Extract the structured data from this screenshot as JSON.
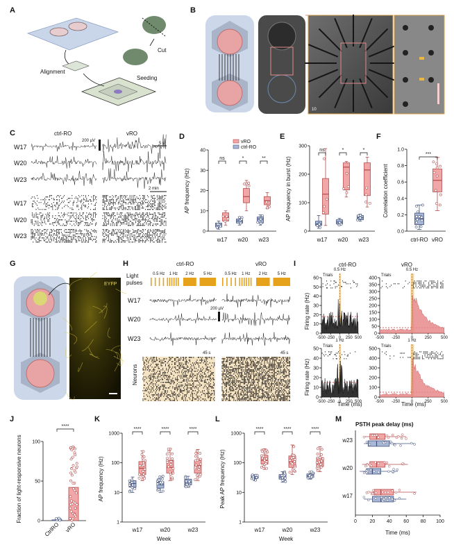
{
  "panels": {
    "A": "A",
    "B": "B",
    "C": "C",
    "D": "D",
    "E": "E",
    "F": "F",
    "G": "G",
    "H": "H",
    "I": "I",
    "J": "J",
    "K": "K",
    "L": "L",
    "M": "M"
  },
  "A": {
    "alignment": "Alignment",
    "cut": "Cut",
    "seeding": "Seeding"
  },
  "B": {
    "scale_label": "10"
  },
  "C": {
    "ctrl_label": "ctrl-RO",
    "vro_label": "vRO",
    "weeks": [
      "W17",
      "W20",
      "W23"
    ],
    "scale_uv": "200 µV",
    "scale_time": "5 s",
    "scale_raster": "2 min"
  },
  "D": {
    "ylabel": "AP frequency (Hz)",
    "yticks": [
      "0",
      "10",
      "20",
      "30",
      "40"
    ],
    "weeks": [
      "w17",
      "w20",
      "w23"
    ],
    "legend": [
      "vRO",
      "ctrl-RO"
    ],
    "sig": [
      "ns",
      "*",
      "**"
    ]
  },
  "E": {
    "ylabel": "AP frequency in burst (Hz)",
    "yticks": [
      "0",
      "100",
      "200",
      "300"
    ],
    "weeks": [
      "w17",
      "w20",
      "w23"
    ],
    "sig": [
      "ns",
      "*",
      "*"
    ]
  },
  "F": {
    "ylabel": "Correlation coefficient",
    "yticks": [
      "0.0",
      "0.2",
      "0.4",
      "0.6",
      "0.8",
      "1.0"
    ],
    "cats": [
      "ctrl-RO",
      "vRO"
    ],
    "sig": "***"
  },
  "G": {
    "eyfp": "EYFP"
  },
  "H": {
    "ctrl_label": "ctrl-RO",
    "vro_label": "vRO",
    "light_label": "Light\npulses",
    "light_title": "Light",
    "light_title2": "pulses",
    "freqs": [
      "0.5 Hz",
      "1 Hz",
      "2 Hz",
      "5 Hz"
    ],
    "weeks": [
      "W17",
      "W20",
      "W23"
    ],
    "scale_uv": "200 µV",
    "scale_time": "45 s",
    "neurons": "Neurons"
  },
  "I": {
    "ctrl_label": "ctrl-RO",
    "vro_label": "vRO",
    "trials": "Trials",
    "freq_top": "0.5 Hz",
    "freq_bottom": "1 Hz",
    "ylabel": "Firing rate (Hz)",
    "xlabel": "Time (ms)",
    "xticks": [
      "-500",
      "-250",
      "0",
      "250",
      "500"
    ],
    "yticks_ctrl_top": [
      "0",
      "10",
      "20",
      "30",
      "40",
      "50",
      "60"
    ],
    "yticks_vro_top": [
      "0",
      "50",
      "100",
      "150",
      "200",
      "250",
      "300",
      "350",
      "400"
    ],
    "yticks_ctrl_bot": [
      "0",
      "10",
      "20",
      "30",
      "40",
      "50"
    ],
    "yticks_vro_bot": [
      "0",
      "100",
      "200",
      "300",
      "400",
      "500"
    ]
  },
  "J": {
    "ylabel": "Fraction of light-responsive neurons",
    "yticks": [
      "0",
      "50",
      "100"
    ],
    "cats": [
      "CtrlRO",
      "vRO"
    ],
    "sig": "****"
  },
  "K": {
    "ylabel": "AP frequency (Hz)",
    "yticks": [
      "1",
      "10",
      "100",
      "1000"
    ],
    "weeks": [
      "w17",
      "w20",
      "w23"
    ],
    "xlabel": "Week",
    "sig": [
      "****",
      "****",
      "****"
    ]
  },
  "L": {
    "ylabel": "Peak AP frequency (Hz)",
    "yticks": [
      "1",
      "10",
      "100",
      "1000"
    ],
    "weeks": [
      "w17",
      "w20",
      "w23"
    ],
    "xlabel": "Week",
    "sig": [
      "****",
      "****",
      "****"
    ]
  },
  "M": {
    "title": "PSTH peak delay (ms)",
    "weeks": [
      "w23",
      "w20",
      "w17"
    ],
    "xticks": [
      "0",
      "20",
      "40",
      "60",
      "80",
      "100"
    ],
    "xlabel": "Time (ms)"
  },
  "chart_data": [
    {
      "panel": "D",
      "type": "box",
      "categories": [
        "w17",
        "w20",
        "w23"
      ],
      "series": [
        {
          "name": "vRO",
          "values": [
            [
              3,
              5,
              7,
              9,
              10
            ],
            [
              10,
              14,
              17,
              21,
              25
            ],
            [
              11,
              13,
              15,
              17,
              19
            ]
          ]
        },
        {
          "name": "ctrl-RO",
          "values": [
            [
              1,
              2,
              3,
              4,
              5
            ],
            [
              3,
              4,
              5,
              6,
              7
            ],
            [
              3,
              4,
              6,
              7,
              8
            ]
          ]
        }
      ],
      "ylim": [
        0,
        40
      ]
    },
    {
      "panel": "E",
      "type": "box",
      "categories": [
        "w17",
        "w20",
        "w23"
      ],
      "series": [
        {
          "name": "vRO",
          "values": [
            [
              20,
              60,
              130,
              185,
              290
            ],
            [
              120,
              145,
              225,
              240,
              245
            ],
            [
              85,
              125,
              215,
              240,
              260
            ]
          ]
        },
        {
          "name": "ctrl-RO",
          "values": [
            [
              10,
              20,
              25,
              35,
              55
            ],
            [
              20,
              25,
              32,
              40,
              45
            ],
            [
              35,
              40,
              47,
              55,
              60
            ]
          ]
        }
      ],
      "ylim": [
        0,
        300
      ]
    },
    {
      "panel": "F",
      "type": "box",
      "categories": [
        "ctrl-RO",
        "vRO"
      ],
      "values": [
        [
          0.02,
          0.08,
          0.15,
          0.22,
          0.32
        ],
        [
          0.25,
          0.48,
          0.62,
          0.76,
          0.9
        ]
      ],
      "ylim": [
        0,
        1
      ]
    },
    {
      "panel": "J",
      "type": "bar",
      "categories": [
        "CtrlRO",
        "vRO"
      ],
      "values": [
        1,
        42
      ],
      "ylim": [
        0,
        100
      ]
    },
    {
      "panel": "K",
      "type": "box",
      "scale": "log",
      "categories": [
        "w17",
        "w20",
        "w23"
      ],
      "series": [
        {
          "name": "ctrl-RO",
          "values": [
            [
              10,
              15,
              20,
              25,
              33
            ],
            [
              10,
              14,
              18,
              23,
              35
            ],
            [
              15,
              18,
              22,
              28,
              35
            ]
          ]
        },
        {
          "name": "vRO",
          "values": [
            [
              25,
              40,
              65,
              110,
              250
            ],
            [
              25,
              45,
              70,
              120,
              300
            ],
            [
              25,
              45,
              80,
              120,
              280
            ]
          ]
        }
      ],
      "ylim": [
        1,
        1000
      ]
    },
    {
      "panel": "L",
      "type": "box",
      "scale": "log",
      "categories": [
        "w17",
        "w20",
        "w23"
      ],
      "series": [
        {
          "name": "ctrl-RO",
          "values": [
            [
              25,
              30,
              33,
              36,
              40
            ],
            [
              22,
              28,
              33,
              40,
              50
            ],
            [
              28,
              32,
              36,
              42,
              50
            ]
          ]
        },
        {
          "name": "vRO",
          "values": [
            [
              60,
              90,
              120,
              180,
              300
            ],
            [
              40,
              70,
              110,
              170,
              400
            ],
            [
              50,
              75,
              110,
              150,
              350
            ]
          ]
        }
      ],
      "ylim": [
        1,
        1000
      ]
    },
    {
      "panel": "M",
      "type": "box",
      "orientation": "horizontal",
      "categories": [
        "w23",
        "w20",
        "w17"
      ],
      "series": [
        {
          "name": "vRO",
          "values": [
            [
              10,
              17,
              25,
              35,
              60
            ],
            [
              8,
              17,
              25,
              35,
              62
            ],
            [
              12,
              22,
              30,
              45,
              72
            ]
          ]
        },
        {
          "name": "ctrl-RO",
          "values": [
            [
              10,
              15,
              25,
              40,
              70
            ],
            [
              5,
              13,
              20,
              30,
              50
            ],
            [
              10,
              20,
              30,
              45,
              60
            ]
          ]
        }
      ],
      "xlim": [
        0,
        100
      ]
    }
  ]
}
